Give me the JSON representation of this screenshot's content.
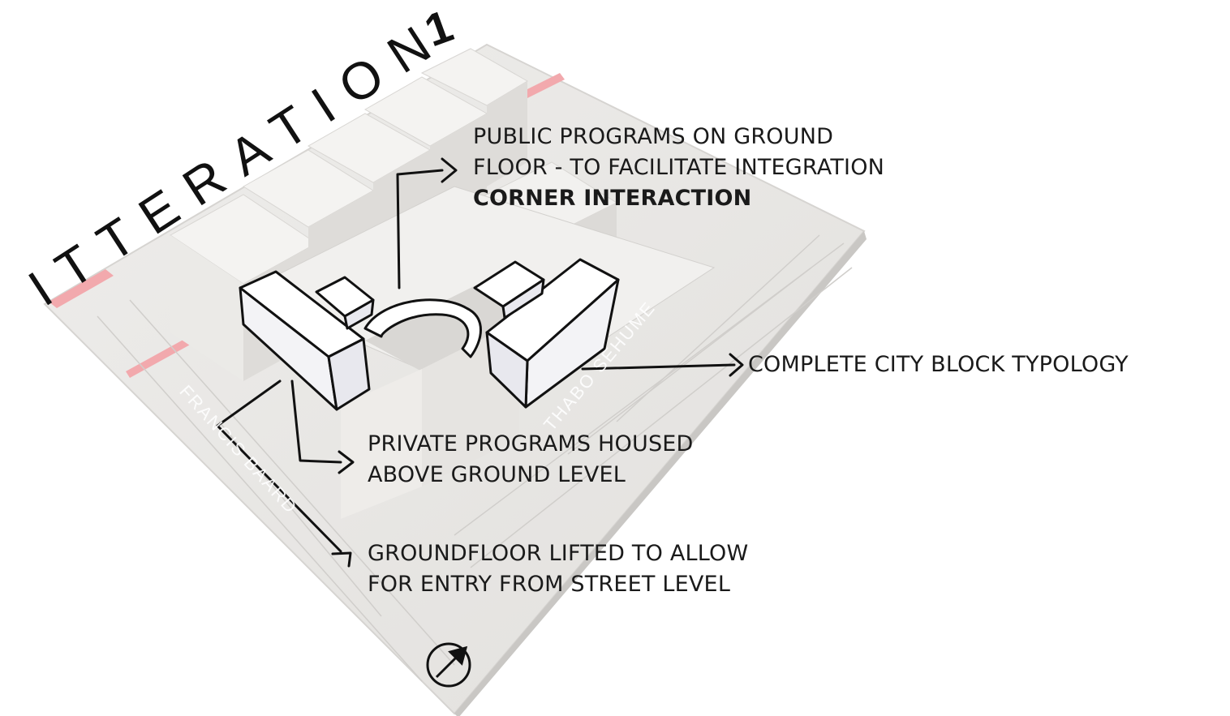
{
  "diagram": {
    "title": "ITTERATION",
    "title_number": "1",
    "annotations": {
      "public_programs": {
        "lines": [
          "PUBLIC PROGRAMS ON GROUND",
          "FLOOR - TO FACILITATE INTEGRATION"
        ],
        "emphasis": "CORNER INTERACTION"
      },
      "city_block": {
        "lines": [
          "COMPLETE CITY BLOCK TYPOLOGY"
        ]
      },
      "private_programs": {
        "lines": [
          "PRIVATE PROGRAMS HOUSED",
          "ABOVE GROUND LEVEL"
        ]
      },
      "groundfloor": {
        "lines": [
          "GROUNDFLOOR LIFTED TO ALLOW",
          "FOR ENTRY FROM STREET LEVEL"
        ]
      }
    },
    "street_labels": [
      "FRANCIS BAARD",
      "THABO SEHUME"
    ],
    "north_arrow_icon": "north-arrow-icon",
    "colors": {
      "model": "#ebe9e6",
      "street_accent": "#f2a9ad",
      "ink": "#111111"
    }
  }
}
